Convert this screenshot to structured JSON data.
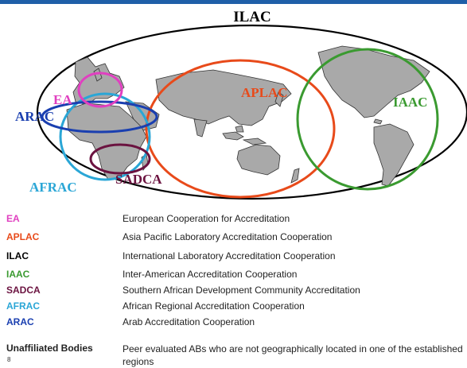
{
  "title": "ILAC",
  "map_labels": {
    "ea": "EA",
    "arac": "ARAC",
    "aplac": "APLAC",
    "iaac": "IAAC",
    "afrac": "AFRAC",
    "sadca": "SADCA"
  },
  "colors": {
    "ea": "#e040c0",
    "arac": "#1a3fb0",
    "aplac": "#e84a1a",
    "iaac": "#3a9a30",
    "afrac": "#2aa6d6",
    "sadca": "#6b1340",
    "ilac": "#000000",
    "land": "#a9a9a9",
    "accent_bar": "#1f5fa8"
  },
  "legend": [
    {
      "abbr": "EA",
      "desc": "European Cooperation for Accreditation"
    },
    {
      "abbr": "APLAC",
      "desc": "Asia Pacific Laboratory Accreditation Cooperation"
    },
    {
      "abbr": "ILAC",
      "desc": "International Laboratory Accreditation Cooperation"
    },
    {
      "abbr": "IAAC",
      "desc": "Inter-American Accreditation Cooperation"
    },
    {
      "abbr": "SADCA",
      "desc": "Southern African Development Community Accreditation"
    },
    {
      "abbr": "AFRAC",
      "desc": "African Regional Accreditation Cooperation"
    },
    {
      "abbr": "ARAC",
      "desc": "Arab Accreditation Cooperation"
    }
  ],
  "unaffiliated": {
    "label": "Unaffiliated Bodies",
    "desc": "Peer evaluated ABs who are not geographically located in one of the established regions"
  },
  "page_number": "8"
}
